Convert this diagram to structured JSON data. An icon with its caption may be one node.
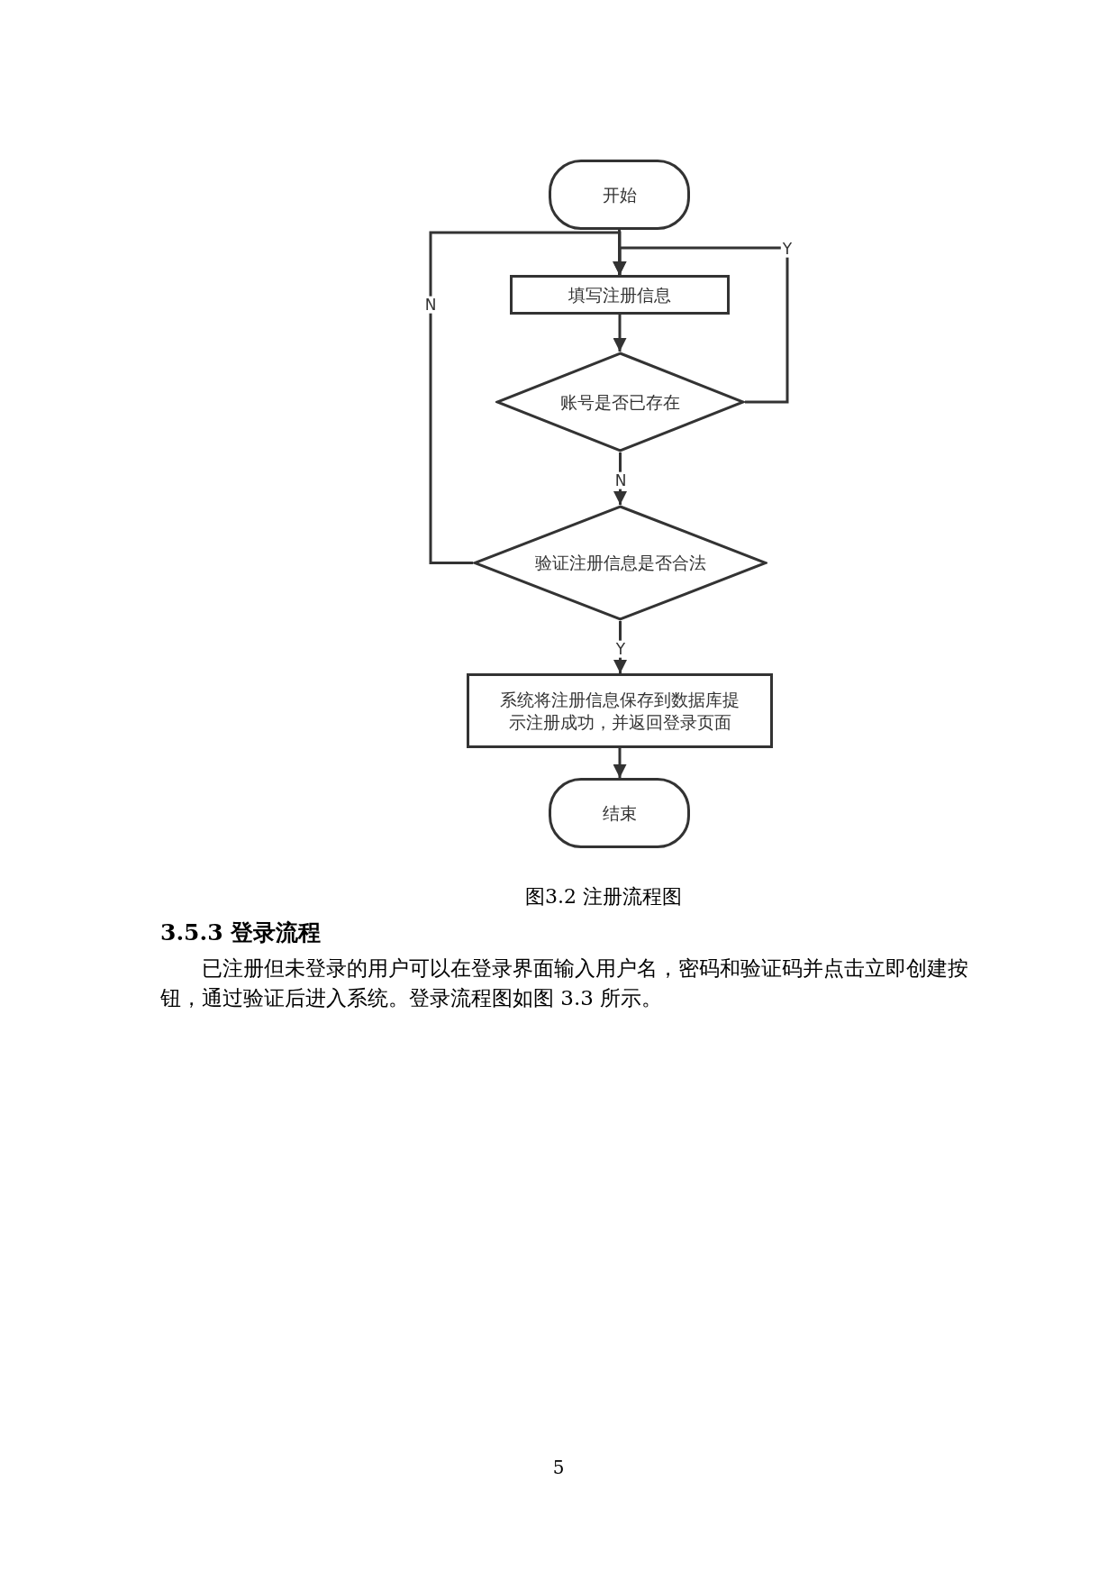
{
  "diagram": {
    "caption": "图3.2 注册流程图",
    "nodes": [
      {
        "text": [
          "开始"
        ]
      },
      {
        "text": [
          "填写注册信息"
        ]
      },
      {
        "text": [
          "账号是否已存在"
        ]
      },
      {
        "text": [
          "验证注册信息是否合法"
        ]
      },
      {
        "text": [
          "系统将注册信息保存到数据库提示注册成功，并返回登录页面"
        ]
      },
      {
        "text": [
          "结束"
        ]
      }
    ],
    "edges": [
      {
        "from": 0,
        "to": 1,
        "arrow": "to"
      },
      {
        "from": 1,
        "to": 2,
        "arrow": "to"
      },
      {
        "from": 2,
        "to": 3,
        "arrow": "to",
        "label": "N"
      },
      {
        "from": 3,
        "to": 4,
        "arrow": "to",
        "label": "Y"
      },
      {
        "from": 4,
        "to": 5,
        "arrow": "to"
      },
      {
        "from": 2,
        "to": 1,
        "arrow": "to",
        "label": "Y"
      },
      {
        "from": 3,
        "to": 1,
        "arrow": "to",
        "label": "N"
      }
    ],
    "labels": [
      "3.5.3 登录流程",
      "已注册但未登录的用户可以在登录界面输入用户名，密码和验证码并点击立即创建按钮，通过验证后进入系统。登录流程图如图 3.3 所示。",
      "5"
    ]
  }
}
